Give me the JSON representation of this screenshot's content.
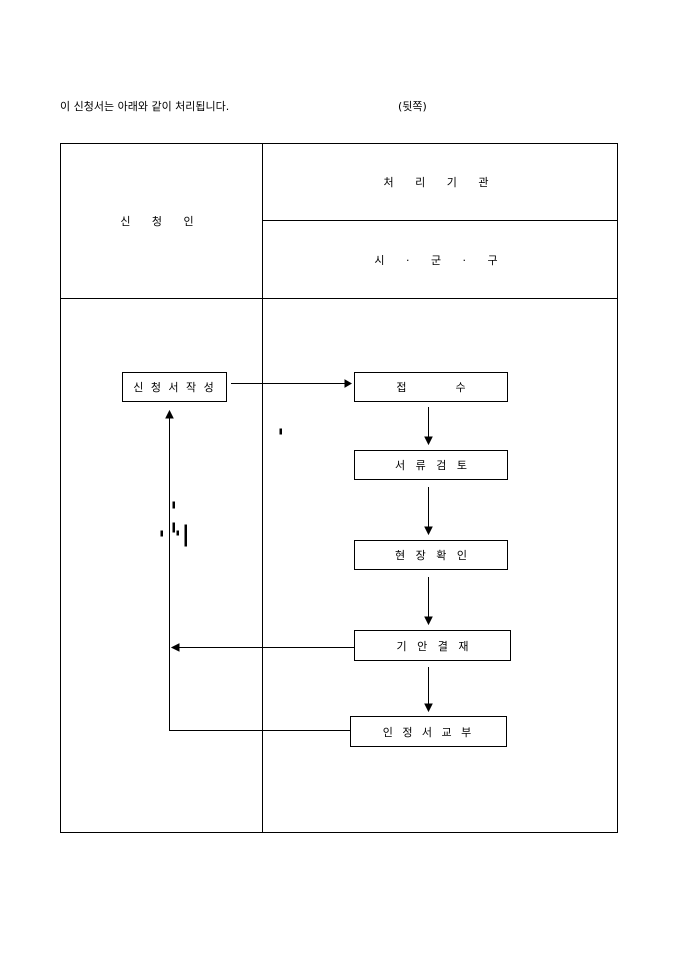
{
  "intro": "이 신청서는 아래와 같이 처리됩니다.",
  "side_note": "(뒷쪽)",
  "table": {
    "applicant_header": "신 청 인",
    "processing_header": "처 리 기 관",
    "processing_sub": "시 · 군 · 구"
  },
  "flow": {
    "apply": "신 청 서 작 성",
    "receive": "접              수",
    "review": "서   류   검   토",
    "inspect": "현   장   확   인",
    "approve": "기   안   결   재",
    "issue": "인 정 서 교 부"
  }
}
